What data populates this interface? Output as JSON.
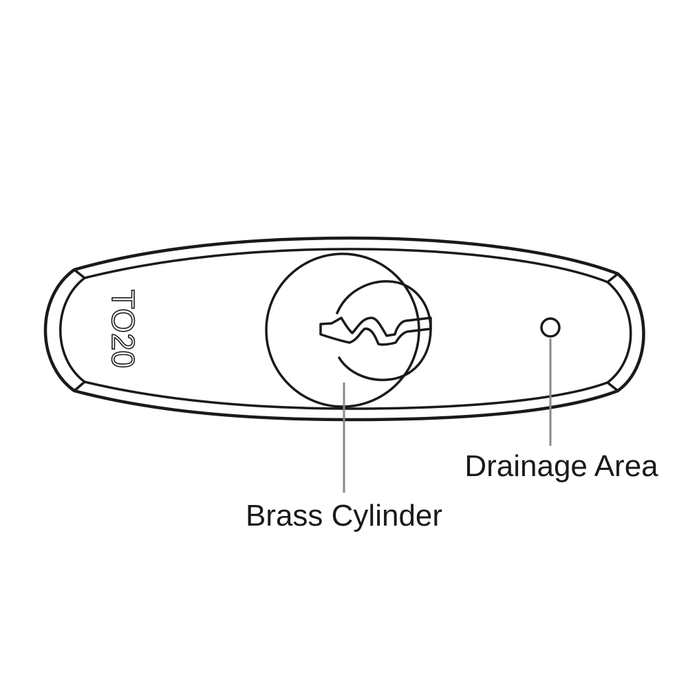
{
  "diagram": {
    "engraving_text": "TO20",
    "labels": {
      "brass_cylinder": "Brass Cylinder",
      "drainage_area": "Drainage Area"
    }
  }
}
